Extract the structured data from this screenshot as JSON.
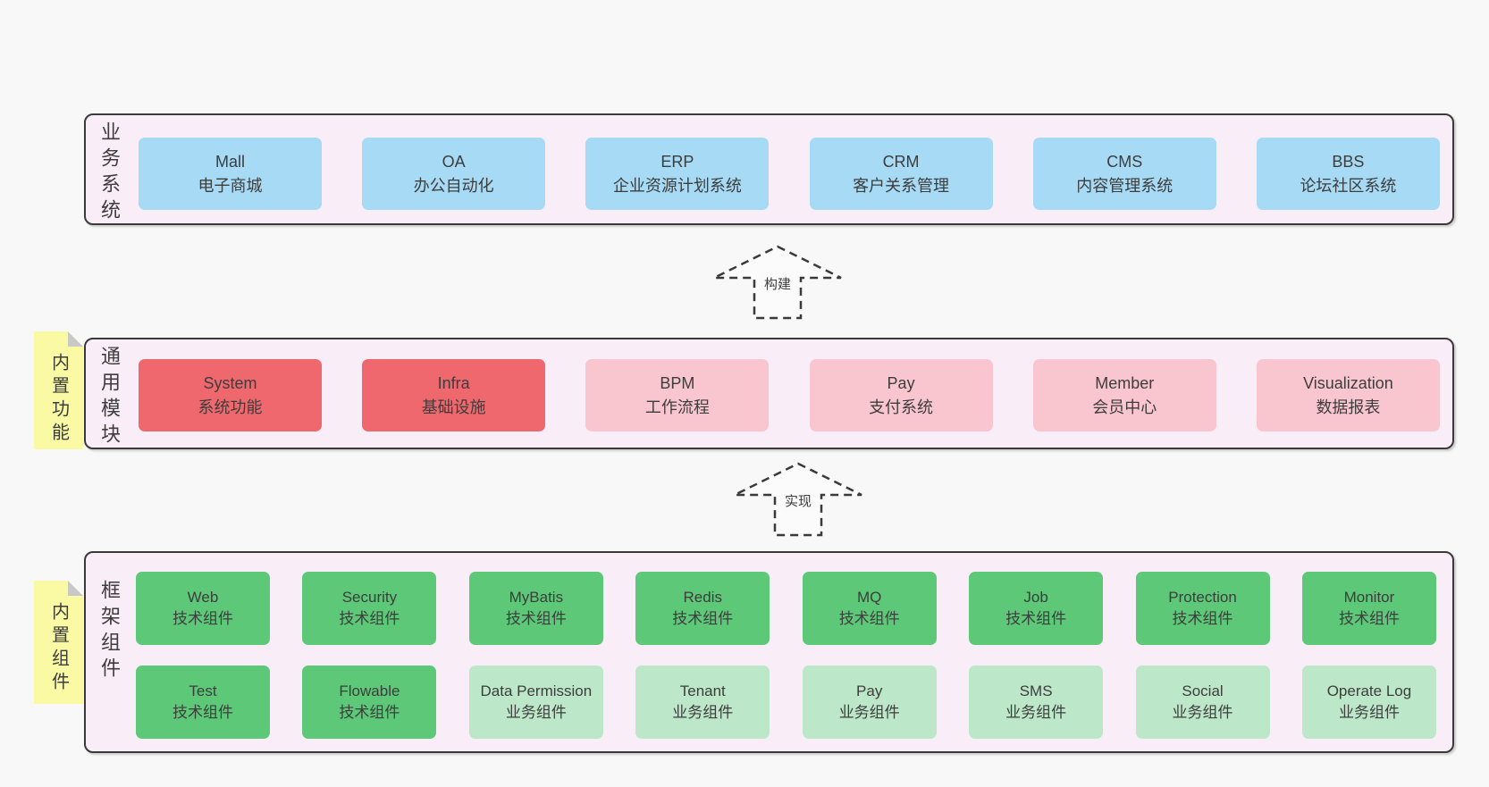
{
  "colors": {
    "page-bg": "#f8f8f8",
    "panel-bg": "#f9eef7",
    "panel-border": "#3a3a3a",
    "box-blue": "#a7daf4",
    "box-red": "#ee686d",
    "box-pink": "#f9c6d0",
    "box-green": "#5dc878",
    "box-green-light": "#bce7c8",
    "note-yellow": "#fafaa5",
    "note-fold": "#c8c8c8",
    "text": "#3d3d3d"
  },
  "layers": {
    "business": {
      "label": "业务系统",
      "boxes": [
        {
          "name": "Mall",
          "desc": "电子商城",
          "variant": "blue"
        },
        {
          "name": "OA",
          "desc": "办公自动化",
          "variant": "blue"
        },
        {
          "name": "ERP",
          "desc": "企业资源计划系统",
          "variant": "blue"
        },
        {
          "name": "CRM",
          "desc": "客户关系管理",
          "variant": "blue"
        },
        {
          "name": "CMS",
          "desc": "内容管理系统",
          "variant": "blue"
        },
        {
          "name": "BBS",
          "desc": "论坛社区系统",
          "variant": "blue"
        }
      ]
    },
    "modules": {
      "label": "通用模块",
      "note": "内置功能",
      "boxes": [
        {
          "name": "System",
          "desc": "系统功能",
          "variant": "red"
        },
        {
          "name": "Infra",
          "desc": "基础设施",
          "variant": "red"
        },
        {
          "name": "BPM",
          "desc": "工作流程",
          "variant": "pink"
        },
        {
          "name": "Pay",
          "desc": "支付系统",
          "variant": "pink"
        },
        {
          "name": "Member",
          "desc": "会员中心",
          "variant": "pink"
        },
        {
          "name": "Visualization",
          "desc": "数据报表",
          "variant": "pink"
        }
      ]
    },
    "components": {
      "label": "框架组件",
      "note": "内置组件",
      "row1": [
        {
          "name": "Web",
          "desc": "技术组件",
          "variant": "green"
        },
        {
          "name": "Security",
          "desc": "技术组件",
          "variant": "green"
        },
        {
          "name": "MyBatis",
          "desc": "技术组件",
          "variant": "green"
        },
        {
          "name": "Redis",
          "desc": "技术组件",
          "variant": "green"
        },
        {
          "name": "MQ",
          "desc": "技术组件",
          "variant": "green"
        },
        {
          "name": "Job",
          "desc": "技术组件",
          "variant": "green"
        },
        {
          "name": "Protection",
          "desc": "技术组件",
          "variant": "green"
        },
        {
          "name": "Monitor",
          "desc": "技术组件",
          "variant": "green"
        }
      ],
      "row2": [
        {
          "name": "Test",
          "desc": "技术组件",
          "variant": "green"
        },
        {
          "name": "Flowable",
          "desc": "技术组件",
          "variant": "green"
        },
        {
          "name": "Data Permission",
          "desc": "业务组件",
          "variant": "green-light"
        },
        {
          "name": "Tenant",
          "desc": "业务组件",
          "variant": "green-light"
        },
        {
          "name": "Pay",
          "desc": "业务组件",
          "variant": "green-light"
        },
        {
          "name": "SMS",
          "desc": "业务组件",
          "variant": "green-light"
        },
        {
          "name": "Social",
          "desc": "业务组件",
          "variant": "green-light"
        },
        {
          "name": "Operate Log",
          "desc": "业务组件",
          "variant": "green-light"
        }
      ]
    }
  },
  "arrows": {
    "build": "构建",
    "implement": "实现"
  }
}
